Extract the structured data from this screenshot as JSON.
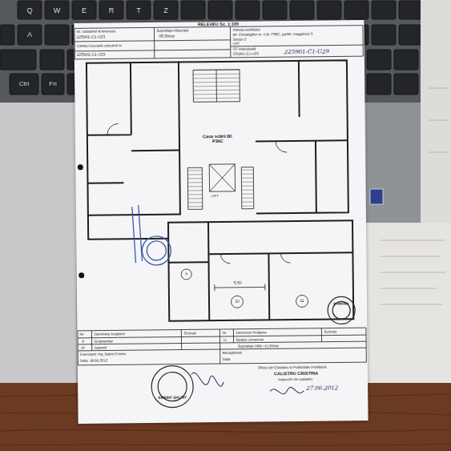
{
  "diagram": {
    "title": "RELEVEU Sc. 1:100",
    "labels": [
      "Q",
      "W",
      "E",
      "R",
      "T",
      "Z",
      "A",
      "Ctrl",
      "Fn",
      "Nr. cadastral al terenului",
      "Suprafața măsurată",
      "Adresa imobilului",
      "225901-C1-U23",
      "65,50mp",
      "str. Chiristigiilor nr. 4 bl. P36C, parter, magazinul 3",
      "Sector 2",
      "Cartea Funciară colectivă nr.",
      "UAT",
      "CF individuală",
      "225901-C1-U23",
      "225901-C1-U23",
      "225901-C1-U29",
      "Casa scării Bl. P36C",
      "LIFT",
      "5,50",
      "9",
      "10",
      "11",
      "Nr.",
      "Denumire încăpere",
      "SU(mp)",
      "9",
      "Grupsanitar",
      "10",
      "Depozit",
      "Nr.",
      "Denumire încăpere",
      "SU(mp)",
      "11",
      "Spațiul comercial",
      "Suprafața Utilă =41,64mp",
      "Executant: ing. Balint Emeric",
      "Data: 18.06.2012",
      "Recepționat",
      "Data",
      "Oficiul de Cadastru și Publicitate Imobiliară",
      "CALISTRU CRISTINA",
      "Inspector de cadastru",
      "27.06.2012",
      "EMERIC BALINT",
      "ROMÂNIA"
    ]
  }
}
